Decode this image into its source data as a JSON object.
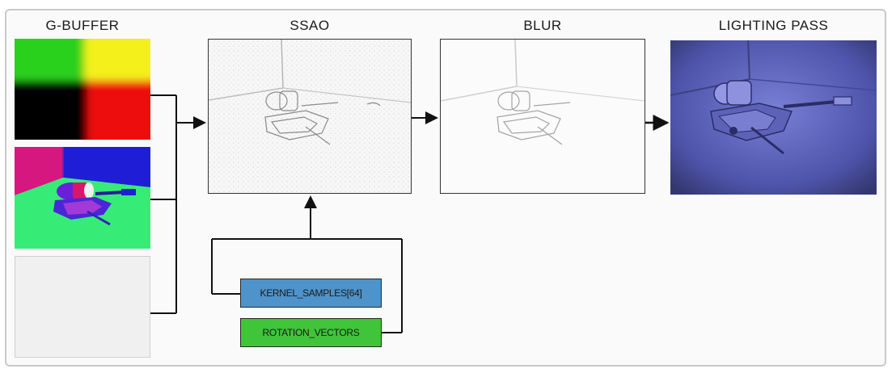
{
  "stages": {
    "gbuffer": {
      "title": "G-BUFFER"
    },
    "ssao": {
      "title": "SSAO"
    },
    "blur": {
      "title": "BLUR"
    },
    "lighting": {
      "title": "LIGHTING PASS"
    }
  },
  "inputs": {
    "kernel": {
      "label": "KERNEL_SAMPLES[64]",
      "color": "#4e93c9"
    },
    "rotation": {
      "label": "ROTATION_VECTORS",
      "color": "#3fc43a"
    }
  },
  "colors": {
    "frame_border": "#c9c9c9",
    "arrow": "#111111",
    "lighting_tint": "#5a5fb4"
  }
}
